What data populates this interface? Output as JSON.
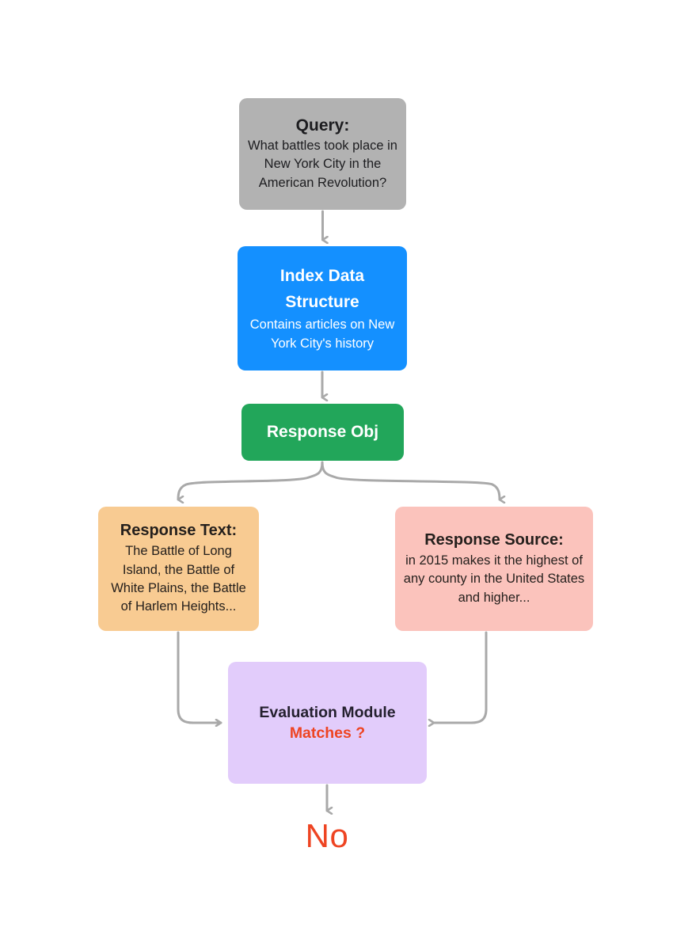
{
  "diagram": {
    "type": "flowchart",
    "accent_colors": {
      "query": "#b2b2b2",
      "index": "#1490ff",
      "response_obj": "#22a65a",
      "response_text": "#f8cb92",
      "response_source": "#fbc3bc",
      "evaluation": "#e2ccfb",
      "verdict_red": "#ee4422",
      "connector_gray": "#a9a9a9",
      "background": "#ffffff"
    },
    "nodes": {
      "query": {
        "title": "Query:",
        "body": "What battles took place in New York City in the American Revolution?"
      },
      "index": {
        "title": "Index Data Structure",
        "body": "Contains articles on New York City's history"
      },
      "response_obj": {
        "title": "Response Obj"
      },
      "response_text": {
        "title": "Response Text:",
        "body": "The Battle of Long Island, the Battle of White Plains, the Battle of Harlem Heights..."
      },
      "response_source": {
        "title": "Response Source:",
        "body": "in 2015 makes it the highest of any county in the United States and higher..."
      },
      "evaluation": {
        "title": "Evaluation Module",
        "question": "Matches ?"
      }
    },
    "verdict": {
      "label": "No"
    },
    "edges": [
      {
        "from": "query",
        "to": "index",
        "style": "straight-arrow-down"
      },
      {
        "from": "index",
        "to": "response_obj",
        "style": "straight-arrow-down"
      },
      {
        "from": "response_obj",
        "to": "response_text",
        "style": "fork-curve-left-arrow"
      },
      {
        "from": "response_obj",
        "to": "response_source",
        "style": "fork-curve-right-arrow"
      },
      {
        "from": "response_text",
        "to": "evaluation",
        "style": "elbow-curve-arrow-right"
      },
      {
        "from": "response_source",
        "to": "evaluation",
        "style": "elbow-curve-arrow-left"
      },
      {
        "from": "evaluation",
        "to": "verdict",
        "style": "straight-arrow-down"
      }
    ]
  }
}
